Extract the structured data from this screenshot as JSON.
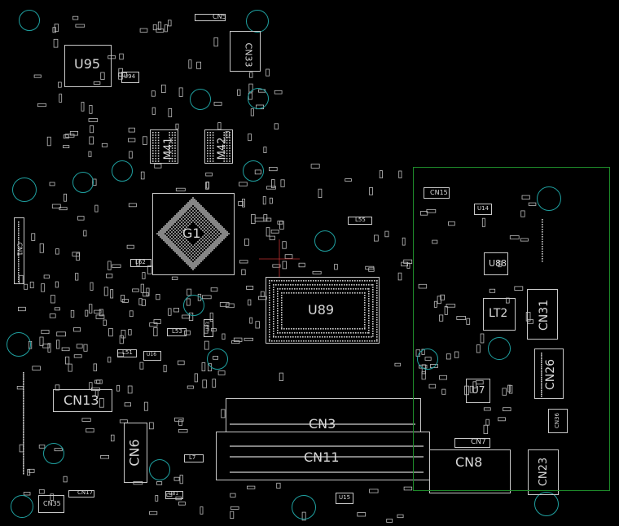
{
  "diagram": {
    "type": "pcb-component-layout",
    "colors": {
      "background": "#000000",
      "silkscreen": "#d8d8d8",
      "holes": "#1fa0a0",
      "highlight": "#1e8a2a",
      "marker": "#c03030"
    },
    "components": {
      "U95": "U95",
      "U94": "U94",
      "CN33": "CN33",
      "CN5": "CN5",
      "M41": "M41",
      "M42": "M42",
      "G1": "G1",
      "U89": "U89",
      "CN1": "CN1",
      "CN15": "CN15",
      "U14": "U14",
      "U88": "U88",
      "LT2": "LT2",
      "CN31": "CN31",
      "CN26": "CN26",
      "U7": "U7",
      "CN3": "CN3",
      "CN11": "CN11",
      "CN7": "CN7",
      "CN8": "CN8",
      "CN23": "CN23",
      "CN13": "CN13",
      "CN6": "CN6",
      "CN35": "CN35",
      "CN17": "CN17",
      "U15": "U15",
      "U83": "U83",
      "L53": "L53",
      "U16": "U16",
      "L51": "L51",
      "L7": "L7",
      "L55": "L55",
      "U81": "U81",
      "CN36": "CN36",
      "L62": "L62"
    }
  }
}
